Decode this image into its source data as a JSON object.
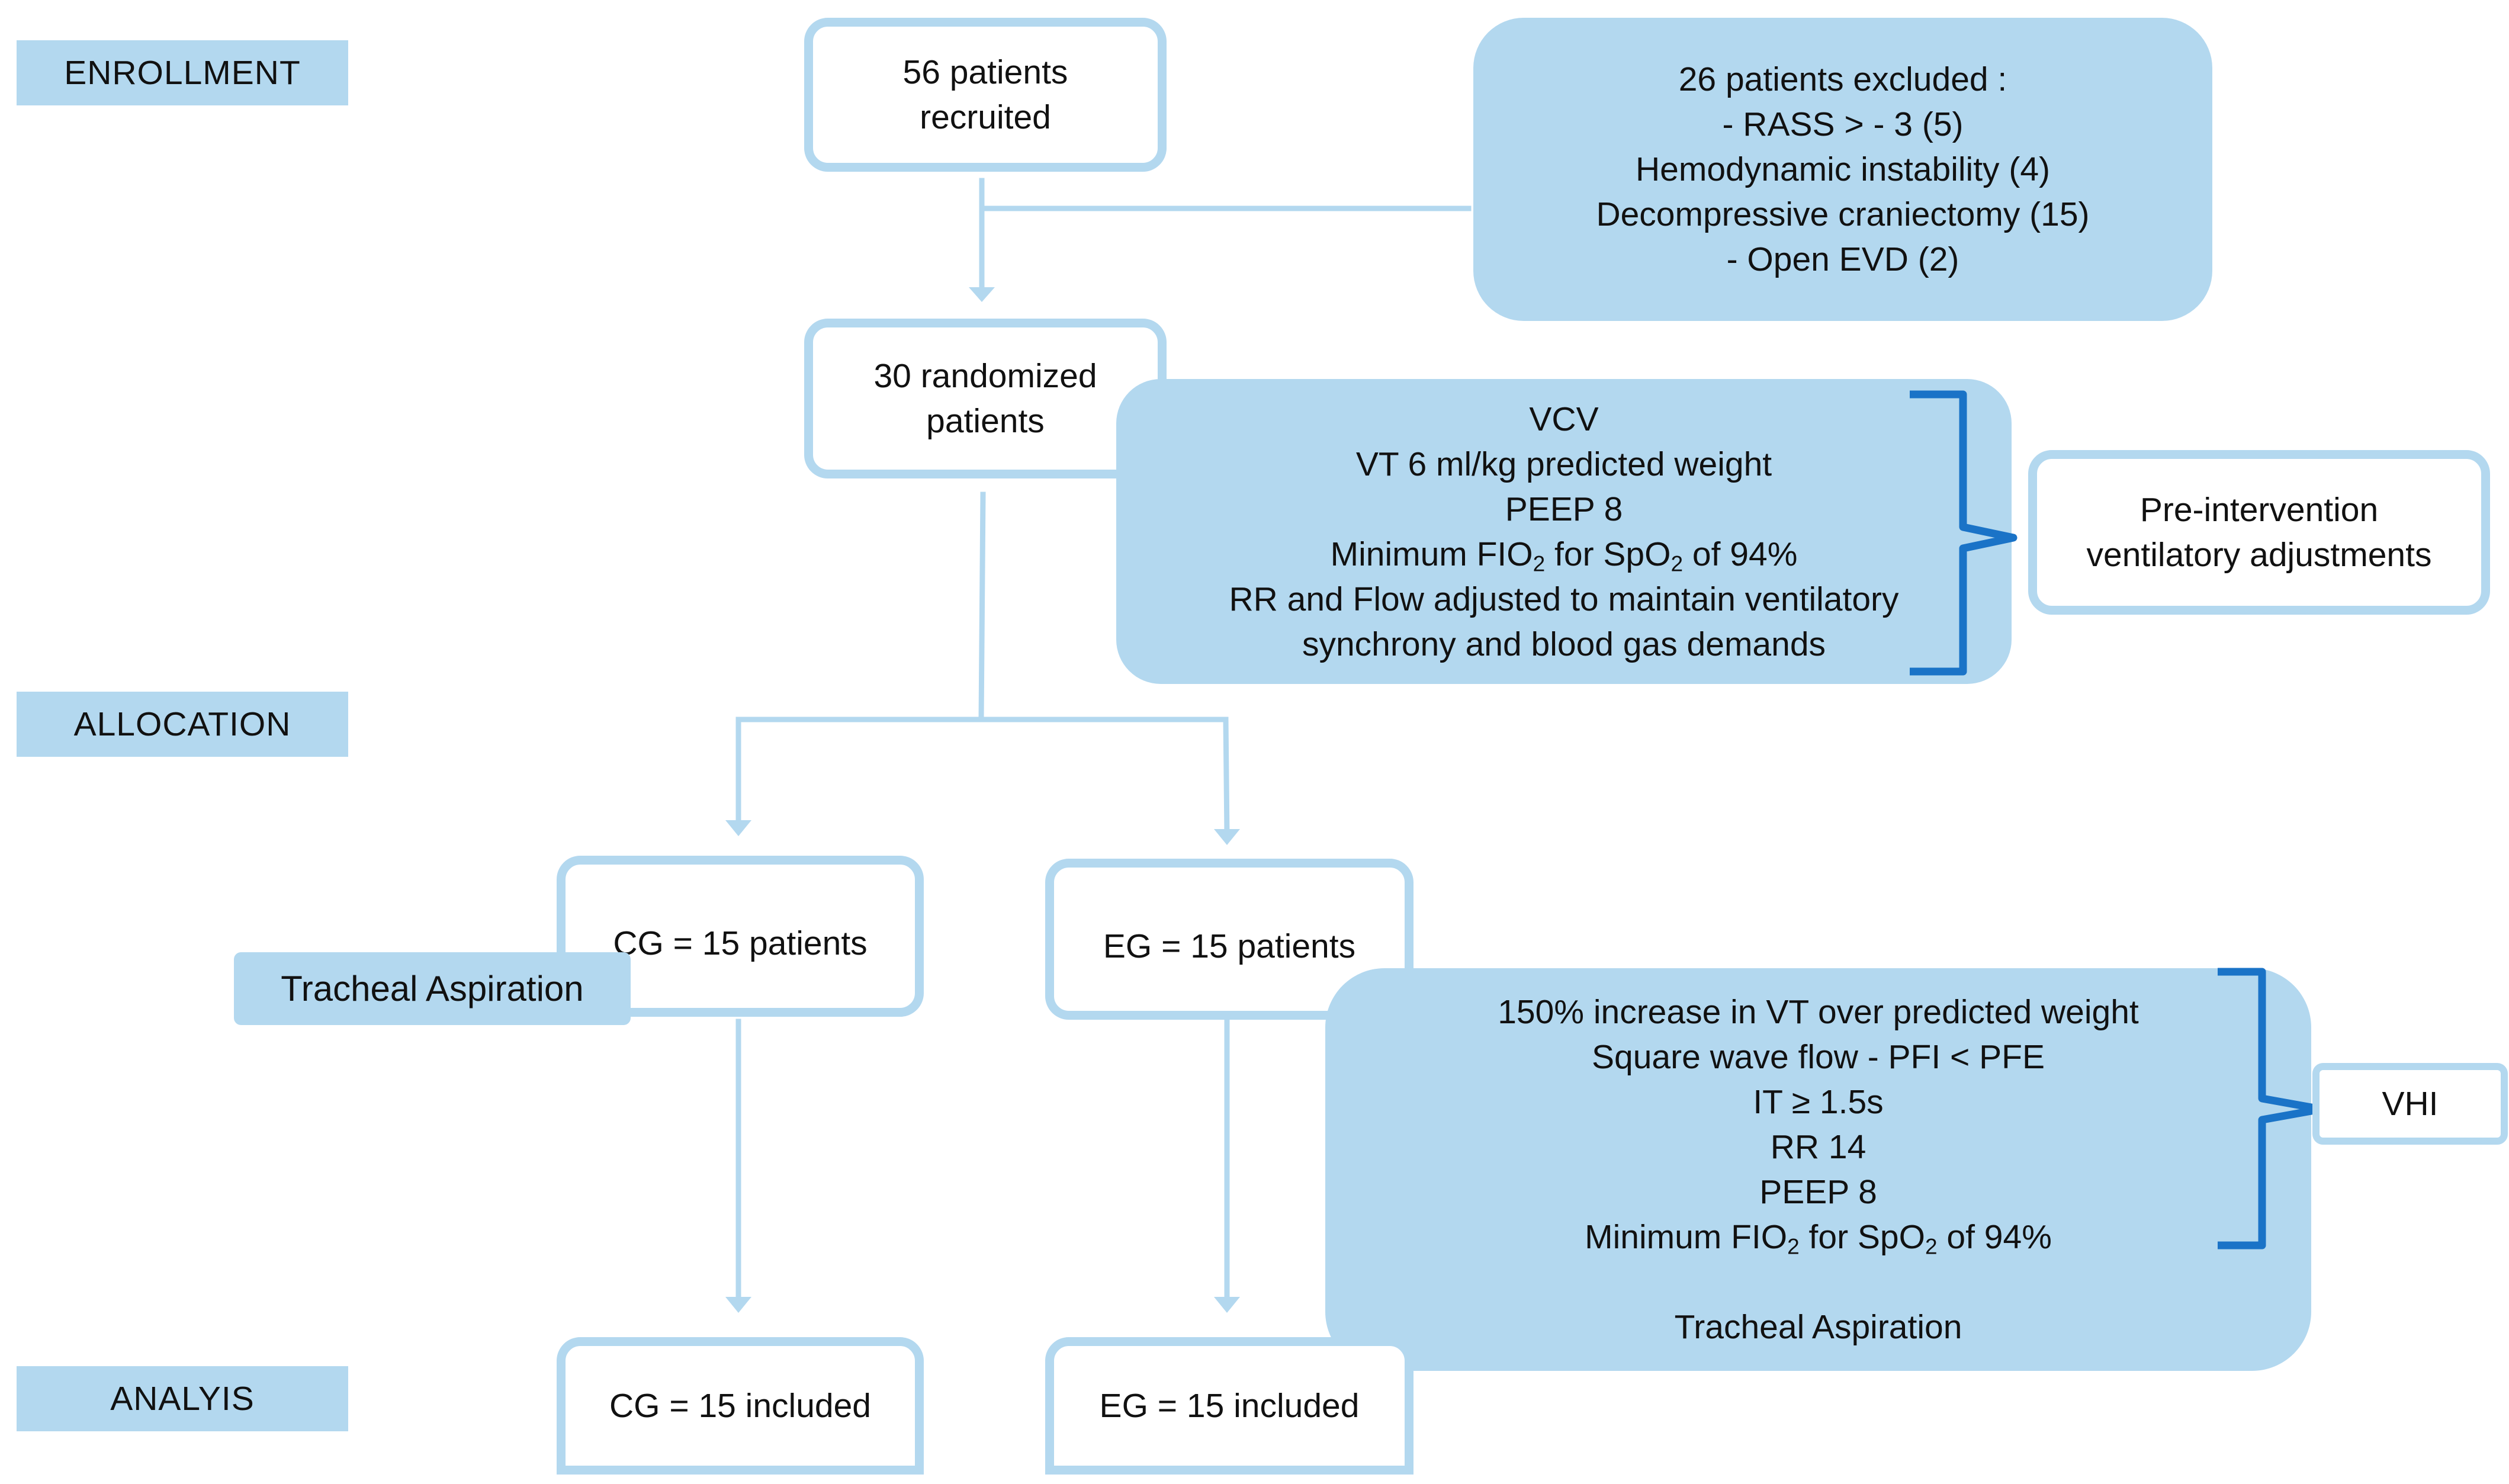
{
  "stages": {
    "enrollment": "ENROLLMENT",
    "allocation": "ALLOCATION",
    "analysis": "ANALYIS"
  },
  "recruited": {
    "line1": "56 patients",
    "line2": "recruited"
  },
  "excluded": {
    "line1": "26 patients  excluded :",
    "line2": "- RASS > - 3 (5)",
    "line3": "Hemodynamic  instability  (4)",
    "line4": "Decompressive  craniectomy  (15)",
    "line5": "- Open EVD (2)"
  },
  "randomized": {
    "line1": "30 randomized",
    "line2": "patients"
  },
  "ventilation": {
    "line1": "VCV",
    "line2": "VT 6 ml/kg  predicted  weight",
    "line3": "PEEP 8",
    "line4_pre": "Minimum  FIO",
    "line4_sub1": "2",
    "line4_mid": " for SpO",
    "line4_sub2": "2",
    "line4_post": " of 94%",
    "line5": "RR and Flow  adjusted  to maintain  ventilatory",
    "line6": "synchrony  and blood gas demands"
  },
  "pre_intervention": {
    "line1": "Pre-intervention",
    "line2": "ventilatory adjustments"
  },
  "cg_group": "CG = 15  patients",
  "eg_group": "EG = 15  patients",
  "tracheal_tag": "Tracheal Aspiration",
  "vhi_protocol": {
    "line1": "150% increase in VT over predicted weight",
    "line2": "Square wave flow  - PFI < PFE",
    "line3": "IT ≥ 1.5s",
    "line4": "RR 14",
    "line5": "PEEP 8",
    "line6_pre": "Minimum  FIO",
    "line6_sub1": "2",
    "line6_mid": " for SpO",
    "line6_sub2": "2",
    "line6_post": " of 94%",
    "line8": "Tracheal Aspiration"
  },
  "vhi_label": "VHI",
  "cg_included": "CG = 15  included",
  "eg_included": "EG = 15  included",
  "colors": {
    "box_fill": "#b3d8ef",
    "connector": "#b3d8ef",
    "brace": "#1a73c7"
  }
}
